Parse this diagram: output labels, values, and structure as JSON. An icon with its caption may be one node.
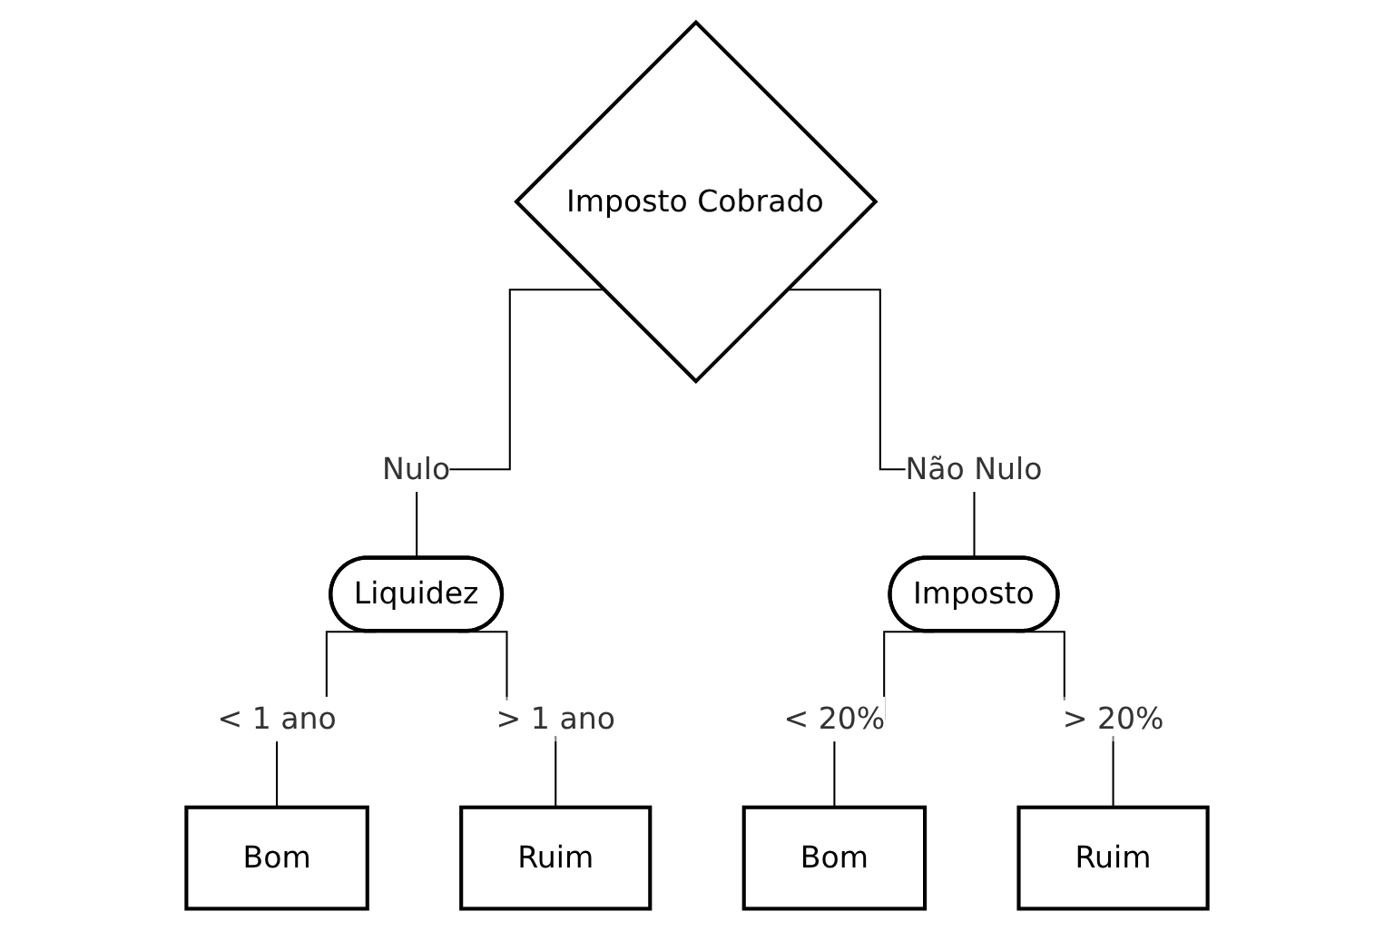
{
  "diagram": {
    "nodes": [
      {
        "text": [
          "Imposto Cobrado"
        ]
      },
      {
        "text": [
          "Liquidez"
        ]
      },
      {
        "text": [
          "Imposto"
        ]
      },
      {
        "text": [
          "Bom"
        ]
      },
      {
        "text": [
          "Ruim"
        ]
      },
      {
        "text": [
          "Bom"
        ]
      },
      {
        "text": [
          "Ruim"
        ]
      }
    ],
    "edges": [
      {
        "from": 0,
        "to": 1,
        "arrow": "none",
        "label": "Nulo"
      },
      {
        "from": 0,
        "to": 2,
        "arrow": "none",
        "label": "Não Nulo"
      },
      {
        "from": 1,
        "to": 3,
        "arrow": "none",
        "label": "< 1 ano"
      },
      {
        "from": 1,
        "to": 4,
        "arrow": "none",
        "label": "> 1 ano"
      },
      {
        "from": 2,
        "to": 5,
        "arrow": "none",
        "label": "< 20%"
      },
      {
        "from": 2,
        "to": 6,
        "arrow": "none",
        "label": "> 20%"
      }
    ]
  }
}
